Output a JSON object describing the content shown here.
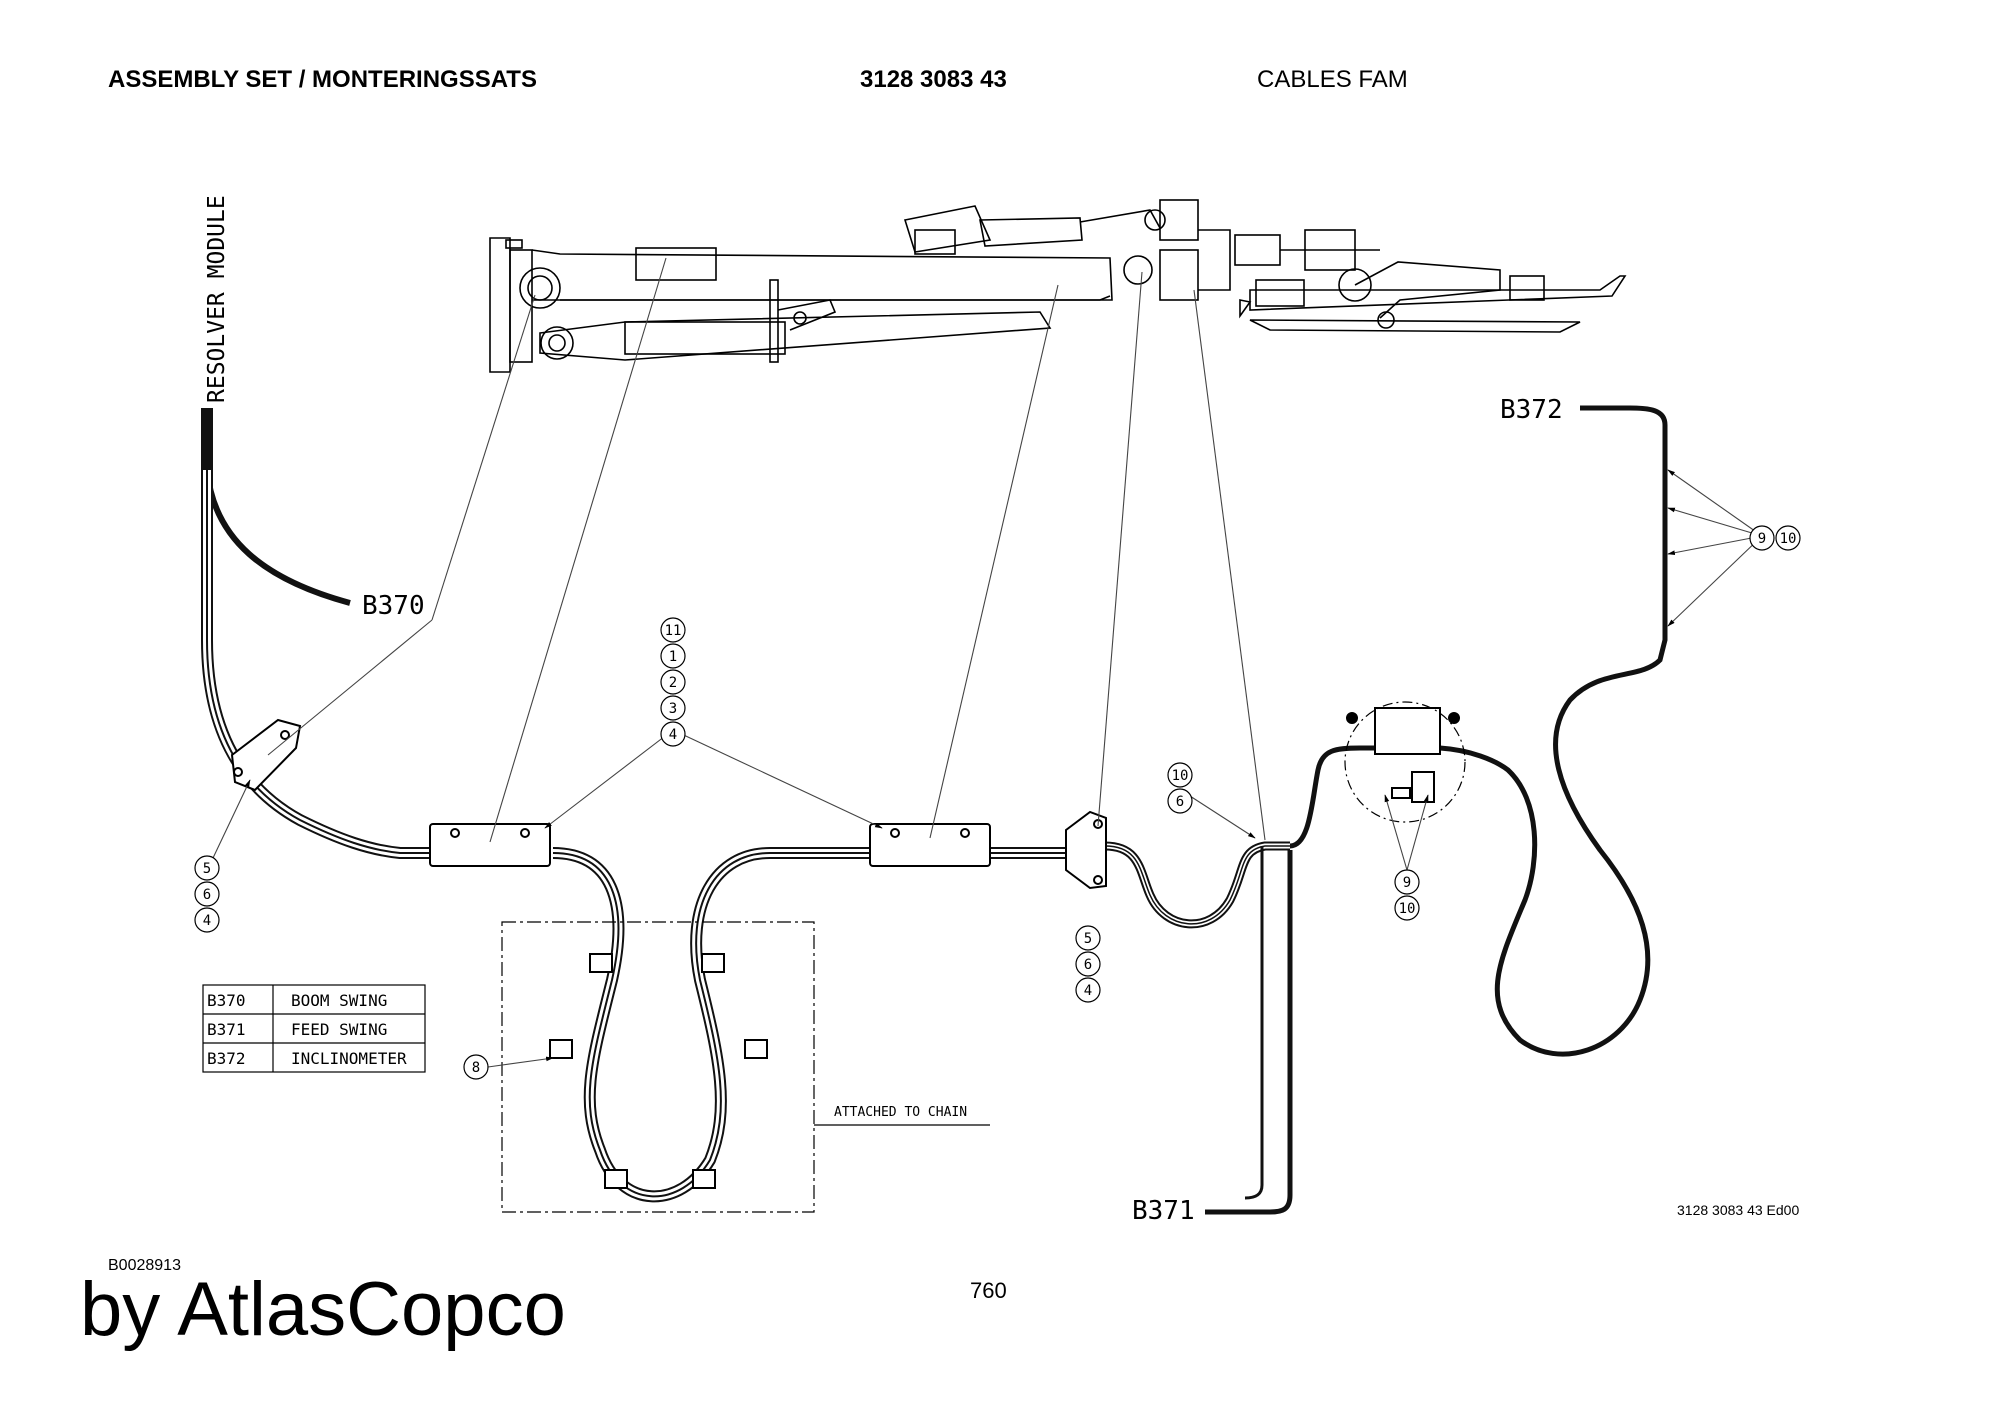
{
  "header": {
    "title": "ASSEMBLY SET / MONTERINGSSATS",
    "part_number": "3128 3083 43",
    "description": "CABLES FAM"
  },
  "drawing": {
    "resolver_label": "RESOLVER MODULE",
    "labels": {
      "b370": "B370",
      "b371": "B371",
      "b372": "B372"
    },
    "attached_note": "ATTACHED TO CHAIN",
    "callouts": {
      "top_stack": [
        "11",
        "1",
        "2",
        "3",
        "4"
      ],
      "left_stack": [
        "5",
        "6",
        "4"
      ],
      "middle_stack": [
        "5",
        "6",
        "4"
      ],
      "upper_pair": [
        "10",
        "6"
      ],
      "lower_pair": [
        "9",
        "10"
      ],
      "right_pair": [
        "9",
        "10"
      ],
      "chain_item": "8"
    },
    "legend": [
      {
        "code": "B370",
        "name": "BOOM SWING"
      },
      {
        "code": "B371",
        "name": "FEED SWING"
      },
      {
        "code": "B372",
        "name": "INCLINOMETER"
      }
    ],
    "edition": "3128 3083 43 Ed00"
  },
  "footer": {
    "doc_code": "B0028913",
    "page_number": "760",
    "brand": "by AtlasCopco"
  }
}
